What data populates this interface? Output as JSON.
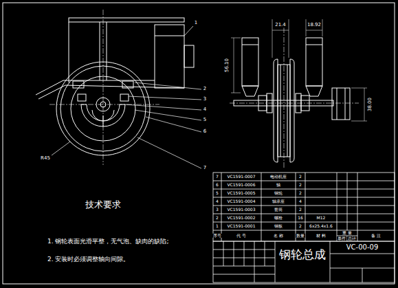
{
  "diagram": {
    "labels": [
      "技术要求",
      "1. 钢轮表面光滑平整，无气泡、缺肉的缺陷;",
      "2. 安装时必须调整轴向间隙。",
      "钢轮总成",
      "VC-00-09",
      "R45",
      "56.10",
      "21.4",
      "18.92",
      "38.00",
      "1",
      "2",
      "3",
      "4",
      "5",
      "6",
      "7",
      "7",
      "VC1591-0007",
      "电动机座",
      "2",
      "6",
      "VC1591-0006",
      "轴",
      "2",
      "5",
      "VC1591-0005",
      "钢轮",
      "2",
      "4",
      "VC1591-0004",
      "轴承座",
      "4",
      "3",
      "VC1591-0003",
      "套筒",
      "2",
      "2",
      "VC1591-0002",
      "螺栓",
      "16",
      "M12",
      "1",
      "VC1591-0001",
      "钢板",
      "2",
      "6x25.4x1.6",
      "序号",
      "代 号",
      "名 称",
      "数量",
      "材 料",
      "重 量",
      "单件",
      "总计",
      "备 注"
    ]
  }
}
